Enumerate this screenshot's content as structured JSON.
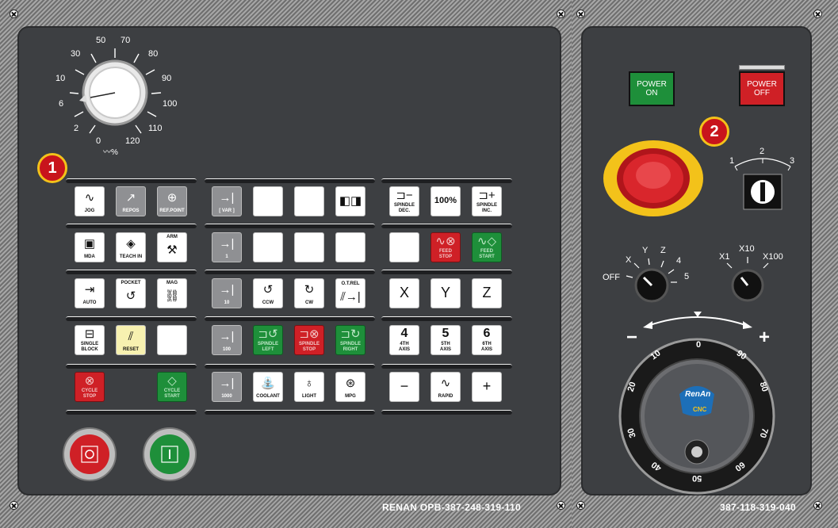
{
  "footer": {
    "left_model": "RENAN OPB-387-248-319-110",
    "right_model": "387-118-319-040"
  },
  "badges": {
    "one": "1",
    "two": "2"
  },
  "feed_override": {
    "ticks": [
      "0",
      "2",
      "6",
      "10",
      "30",
      "50",
      "70",
      "80",
      "90",
      "100",
      "110",
      "120"
    ],
    "unit": "%"
  },
  "keys": {
    "jog": "JOG",
    "repos": "REPOS",
    "refpoint": "REF.POINT",
    "var": "[ VAR ]",
    "spindle_dec": "SPINDLE\nDEC.",
    "hundred": "100%",
    "spindle_inc": "SPINDLE\nINC.",
    "mda": "MDA",
    "teach_in": "TEACH IN",
    "arm": "ARM",
    "one": "1",
    "feed_stop": "FEED\nSTOP",
    "feed_start": "FEED\nSTART",
    "auto": "AUTO",
    "pocket": "POCKET",
    "mag": "MAG",
    "ten": "10",
    "ccw": "CCW",
    "cw": "CW",
    "otrel": "O.T.REL",
    "x": "X",
    "y": "Y",
    "z": "Z",
    "single_block": "SINGLE\nBLOCK",
    "reset": "RESET",
    "hundred_inc": "100",
    "spindle_left": "SPINDLE\nLEFT",
    "spindle_stop": "SPINDLE\nSTOP",
    "spindle_right": "SPINDLE\nRIGHT",
    "four": "4",
    "five": "5",
    "six": "6",
    "fourth_axis": "4TH\nAXIS",
    "fifth_axis": "5TH\nAXIS",
    "sixth_axis": "6TH\nAXIS",
    "cycle_stop": "CYCLE\nSTOP",
    "cycle_start": "CYCLE\nSTART",
    "thousand": "1000",
    "coolant": "COOLANT",
    "light": "LIGHT",
    "mpg": "MPG",
    "minus": "−",
    "rapid": "RAPID",
    "plus": "+"
  },
  "power": {
    "on": "POWER\nON",
    "off": "POWER\nOFF"
  },
  "key_switch": {
    "ticks": [
      "1",
      "2",
      "3"
    ]
  },
  "axis_selector": {
    "labels": [
      "OFF",
      "X",
      "Y",
      "Z",
      "4",
      "5"
    ]
  },
  "step_selector": {
    "labels": [
      "X1",
      "X10",
      "X100"
    ]
  },
  "handwheel": {
    "numbers": [
      "0",
      "10",
      "20",
      "30",
      "40",
      "50",
      "60",
      "70",
      "80",
      "90"
    ],
    "minus": "−",
    "plus": "+",
    "brand": "RenAn",
    "sub": "CNC"
  },
  "colors": {
    "panel": "#3d3f42",
    "green": "#1e8f3a",
    "red": "#cf2026",
    "badge": "#c8141c",
    "badge_ring": "#f3c21a"
  }
}
